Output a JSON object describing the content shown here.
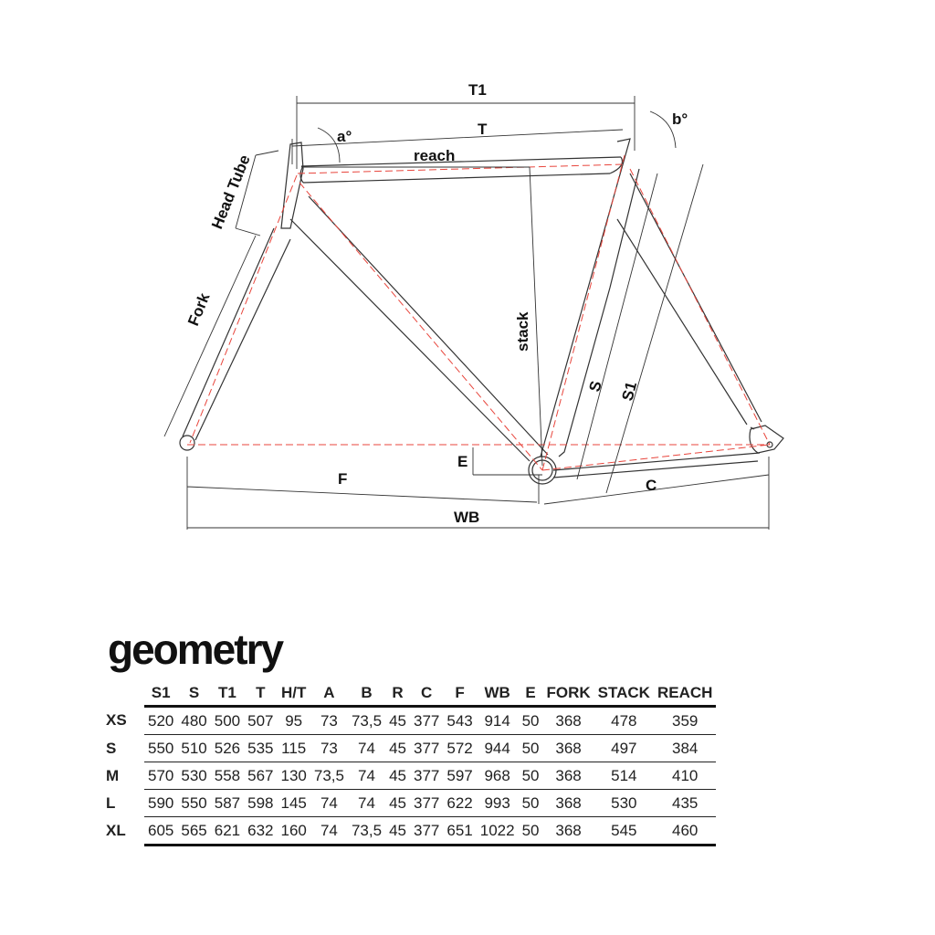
{
  "diagram": {
    "labels": {
      "T1": "T1",
      "T": "T",
      "a": "a°",
      "b": "b°",
      "reach": "reach",
      "head_tube": "Head Tube",
      "fork": "Fork",
      "stack": "stack",
      "S": "S",
      "S1": "S1",
      "E": "E",
      "F": "F",
      "C": "C",
      "WB": "WB"
    },
    "colors": {
      "frame": "#333333",
      "centerline": "#e8453c"
    }
  },
  "geometry": {
    "title": "geometry",
    "columns": [
      "S1",
      "S",
      "T1",
      "T",
      "H/T",
      "A",
      "B",
      "R",
      "C",
      "F",
      "WB",
      "E",
      "FORK",
      "STACK",
      "REACH"
    ],
    "rows": [
      {
        "size": "XS",
        "values": [
          "520",
          "480",
          "500",
          "507",
          "95",
          "73",
          "73,5",
          "45",
          "377",
          "543",
          "914",
          "50",
          "368",
          "478",
          "359"
        ]
      },
      {
        "size": "S",
        "values": [
          "550",
          "510",
          "526",
          "535",
          "115",
          "73",
          "74",
          "45",
          "377",
          "572",
          "944",
          "50",
          "368",
          "497",
          "384"
        ]
      },
      {
        "size": "M",
        "values": [
          "570",
          "530",
          "558",
          "567",
          "130",
          "73,5",
          "74",
          "45",
          "377",
          "597",
          "968",
          "50",
          "368",
          "514",
          "410"
        ]
      },
      {
        "size": "L",
        "values": [
          "590",
          "550",
          "587",
          "598",
          "145",
          "74",
          "74",
          "45",
          "377",
          "622",
          "993",
          "50",
          "368",
          "530",
          "435"
        ]
      },
      {
        "size": "XL",
        "values": [
          "605",
          "565",
          "621",
          "632",
          "160",
          "74",
          "73,5",
          "45",
          "377",
          "651",
          "1022",
          "50",
          "368",
          "545",
          "460"
        ]
      }
    ]
  }
}
